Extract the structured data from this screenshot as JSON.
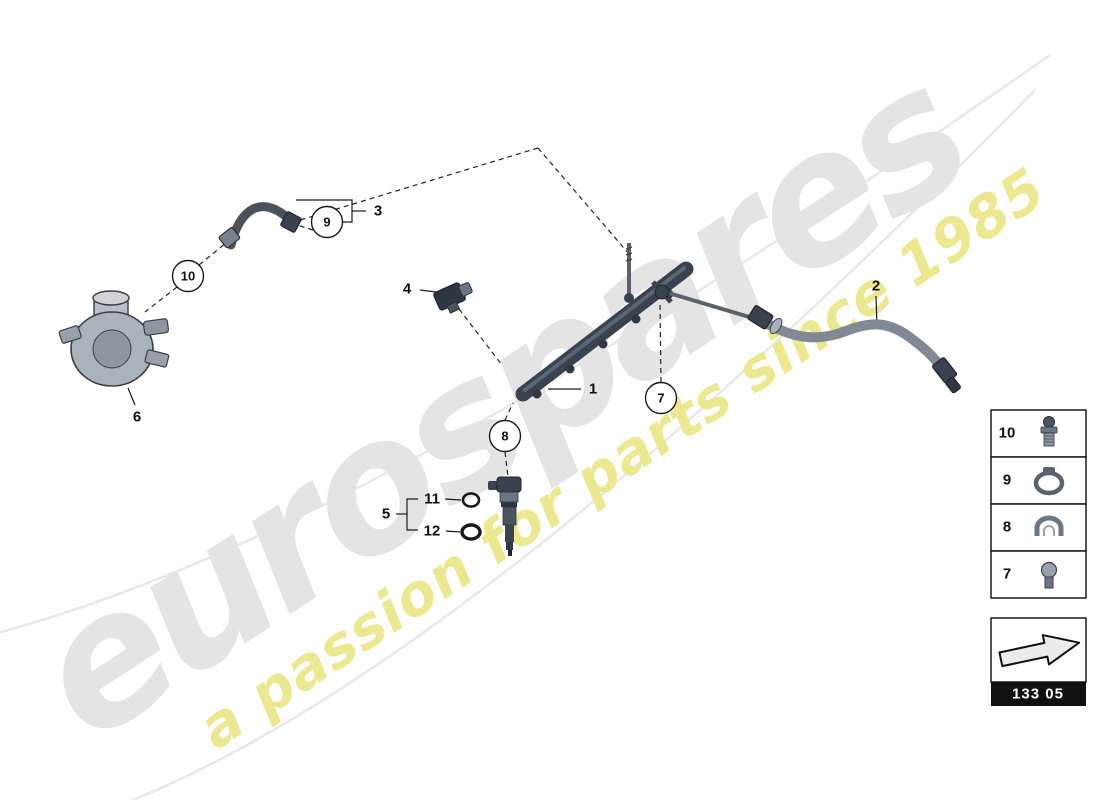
{
  "watermark": {
    "brand": "eurospares",
    "tagline": "a passion for parts since 1985"
  },
  "diagram": {
    "labels": {
      "p1": "1",
      "p2": "2",
      "p3": "3",
      "p4": "4",
      "p5": "5",
      "p6": "6",
      "p11": "11",
      "p12": "12"
    },
    "callouts": {
      "c7": "7",
      "c8": "8",
      "c9": "9",
      "c10": "10"
    }
  },
  "legend": {
    "rows": [
      {
        "number": "10",
        "icon": "union-fitting-icon"
      },
      {
        "number": "9",
        "icon": "hose-clamp-icon"
      },
      {
        "number": "8",
        "icon": "retaining-clip-icon"
      },
      {
        "number": "7",
        "icon": "screw-icon"
      }
    ],
    "nav_icon": "direction-arrow-icon",
    "part_code": "133 05"
  },
  "colors": {
    "background": "#ffffff",
    "part_dark": "#39424e",
    "part_mid": "#6b7684",
    "part_light": "#aab2bb",
    "line": "#1a1a1a",
    "watermark_gray": "#e4e4e4",
    "watermark_yellow": "#ece88f"
  }
}
